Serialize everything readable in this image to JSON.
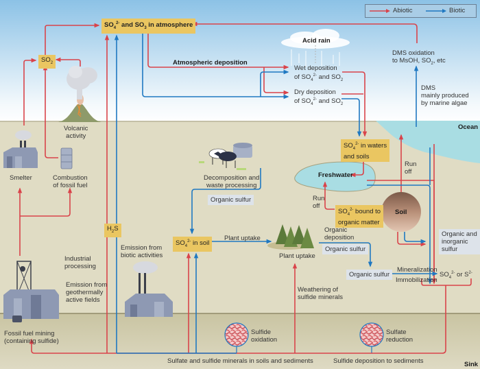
{
  "legend": {
    "items": [
      {
        "label": "Abiotic",
        "color": "#d9434a"
      },
      {
        "label": "Biotic",
        "color": "#1f78c1"
      }
    ]
  },
  "colors": {
    "abiotic": "#d9434a",
    "biotic": "#1f78c1",
    "sky_top": "#8cc2e6",
    "sky_bottom": "#ffffff",
    "land": "#e0dcc4",
    "subsurface": "#cfcaa9",
    "water": "#a9dde3",
    "box_yellow": "#eac661",
    "box_gray": "#dde3ea"
  },
  "nodes": {
    "atmosphere": {
      "main": "SO",
      "sub1": "4",
      "sup1": "2-",
      "mid": " and SO",
      "sub2": "3",
      "tail": " in atmosphere"
    },
    "so2": {
      "main": "SO",
      "sub": "2"
    },
    "h2s": {
      "pre": "H",
      "sub": "2",
      "post": "S"
    },
    "so4_soil": {
      "main": "SO",
      "sub": "4",
      "sup": "2-",
      "tail": " in soil"
    },
    "so4_waters": {
      "main": "SO",
      "sub": "4",
      "sup": "2-",
      "tail1": " in waters",
      "line2": "and soils"
    },
    "so4_bound": {
      "main": "SO",
      "sub": "4",
      "sup": "2-",
      "tail1": " bound to",
      "line2": "organic matter"
    },
    "organic_sulfur_decomp": "Organic sulfur",
    "organic_sulfur_plant": "Organic sulfur",
    "organic_sulfur_center": "Organic sulfur",
    "organic_inorganic": [
      "Organic and",
      "inorganic",
      "sulfur"
    ],
    "so4_or_s2": {
      "main": "SO",
      "sub": "4",
      "sup": "2-",
      "tail": " or S",
      "sup2": "2-"
    }
  },
  "labels": {
    "acid_rain": "Acid rain",
    "atmospheric_deposition": "Atmospheric deposition",
    "wet_deposition": [
      "Wet deposition",
      "of SO4 2- and SO2"
    ],
    "dry_deposition": [
      "Dry deposition",
      "of SO4 2- and SO2"
    ],
    "dms_oxidation": [
      "DMS oxidation",
      "to MsOH, SO2, etc"
    ],
    "dms_produced": [
      "DMS",
      "mainly produced",
      "by marine algae"
    ],
    "ocean": "Ocean",
    "volcanic": [
      "Volcanic",
      "activity"
    ],
    "smelter": "Smelter",
    "combustion": [
      "Combustion",
      "of fossil fuel"
    ],
    "decomposition": [
      "Decomposition and",
      "waste processing"
    ],
    "freshwater": "Freshwater",
    "run_off_1": [
      "Run",
      "off"
    ],
    "run_off_2": [
      "Run",
      "off"
    ],
    "soil": "Soil",
    "plant_uptake_arrow": "Plant uptake",
    "plant_uptake_trees": "Plant uptake",
    "organic_deposition": [
      "Organic",
      "deposition"
    ],
    "mineralization": "Mineralization",
    "immobilization": "Immobilization",
    "industrial": [
      "Industrial",
      "processing"
    ],
    "geothermal": [
      "Emission from",
      "geothermally",
      "active fields"
    ],
    "biotic_emission": [
      "Emission from",
      "biotic activities"
    ],
    "weathering": [
      "Weathering of",
      "sulfide minerals"
    ],
    "fossil_mining": [
      "Fossil fuel mining",
      "(containing sulfide)"
    ],
    "sulfide_oxidation": [
      "Sulfide",
      "oxidation"
    ],
    "sulfate_reduction": [
      "Sulfate",
      "reduction"
    ],
    "sulfate_sulfide_minerals": "Sulfate and sulfide minerals in soils and sediments",
    "sulfide_deposition": "Sulfide deposition to sediments",
    "sink": "Sink"
  }
}
